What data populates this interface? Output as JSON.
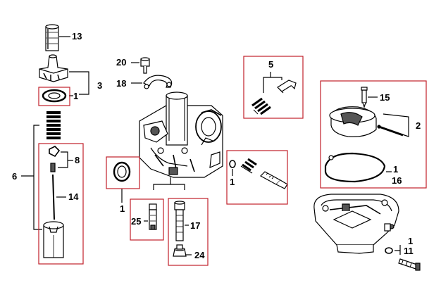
{
  "callouts": {
    "c13": "13",
    "c3": "3",
    "c1_seal": "1",
    "c6": "6",
    "c8": "8",
    "c14": "14",
    "c20": "20",
    "c18": "18",
    "c5": "5",
    "c1_jet": "1",
    "c15": "15",
    "c2": "2",
    "c1_gasket": "1",
    "c16": "16",
    "c1_oring": "1",
    "c25": "25",
    "c17": "17",
    "c24": "24",
    "c1_screw": "1",
    "c11": "11"
  },
  "colors": {
    "highlight_box": "#c0202a",
    "line": "#000000",
    "part_fill": "#ffffff",
    "shade": "#555555"
  }
}
